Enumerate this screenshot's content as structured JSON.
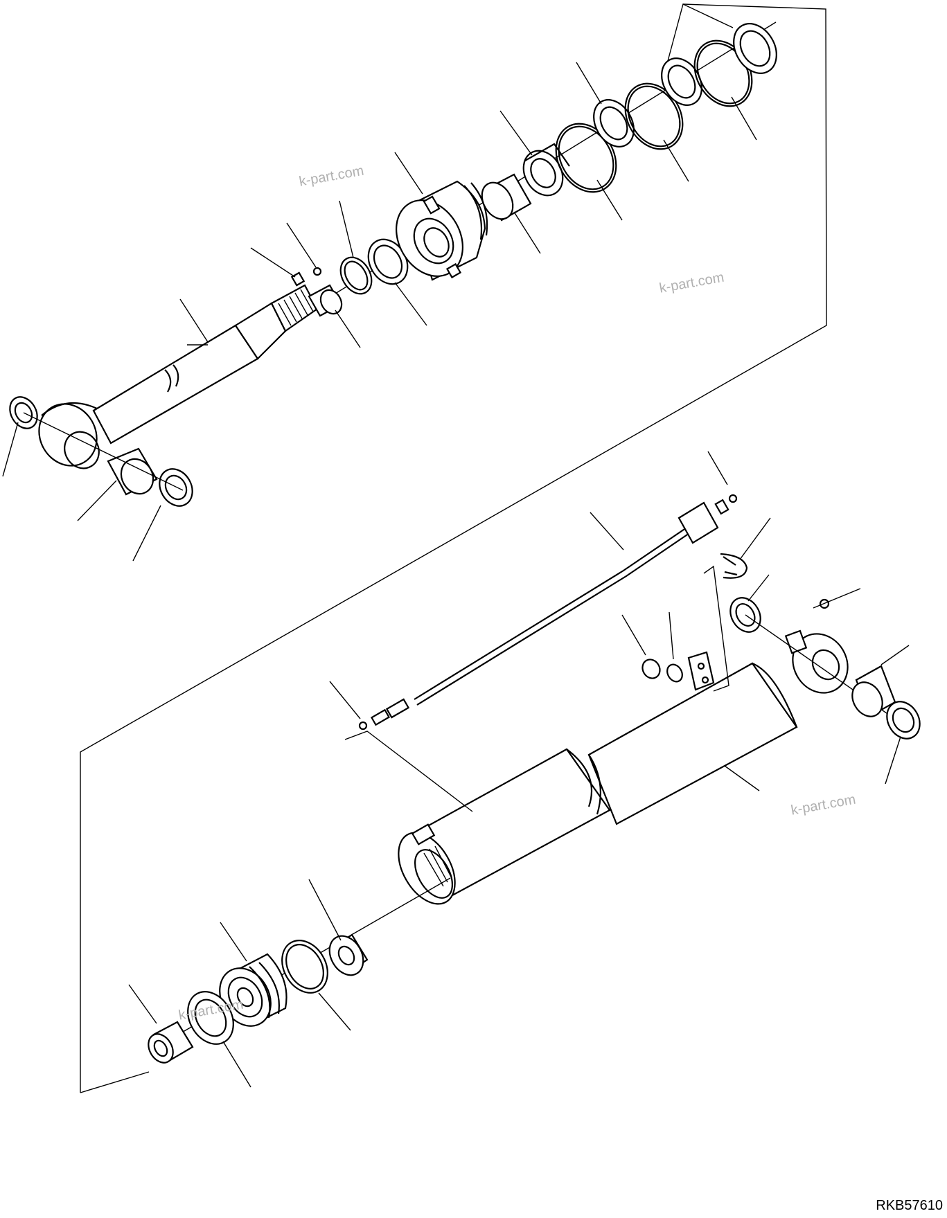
{
  "watermarks": [
    "k-part.com",
    "k-part.com",
    "k-part.com",
    "k-part.com"
  ],
  "drawing_code": "RKB57610",
  "icons": {
    "diagram": "hydraulic-cylinder-exploded-view"
  },
  "colors": {
    "line": "#000000",
    "background": "#ffffff",
    "watermark": "#b0b0b0"
  }
}
